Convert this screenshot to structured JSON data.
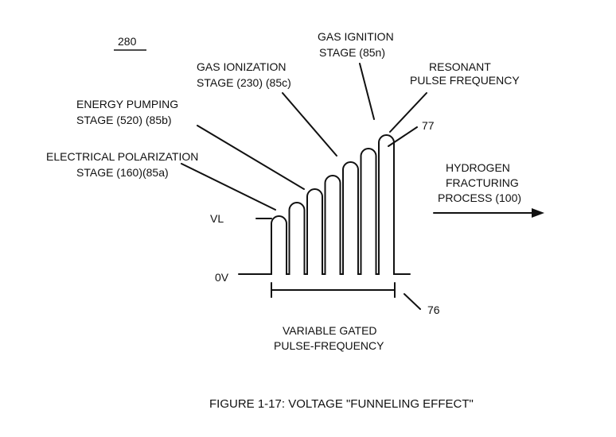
{
  "figure_number": "280",
  "caption": "FIGURE 1-17: VOLTAGE \"FUNNELING EFFECT\"",
  "stages": [
    {
      "line1": "ELECTRICAL POLARIZATION",
      "line2": "STAGE (160)(85a)"
    },
    {
      "line1": "ENERGY PUMPING",
      "line2": "STAGE (520) (85b)"
    },
    {
      "line1": "GAS IONIZATION",
      "line2": "STAGE (230) (85c)"
    },
    {
      "line1": "GAS IGNITION",
      "line2": "STAGE (85n)"
    }
  ],
  "resonant": {
    "line1": "RESONANT",
    "line2": "PULSE FREQUENCY"
  },
  "ref_77": "77",
  "ref_76": "76",
  "hydrogen": {
    "line1": "HYDROGEN",
    "line2": "FRACTURING",
    "line3": "PROCESS (100)"
  },
  "axis": {
    "vl": "VL",
    "zero": "0V"
  },
  "gated": {
    "line1": "VARIABLE GATED",
    "line2": "PULSE-FREQUENCY"
  },
  "pulse_count": 7,
  "pulse_levels": [
    1,
    2,
    3,
    4,
    5,
    6,
    7
  ]
}
